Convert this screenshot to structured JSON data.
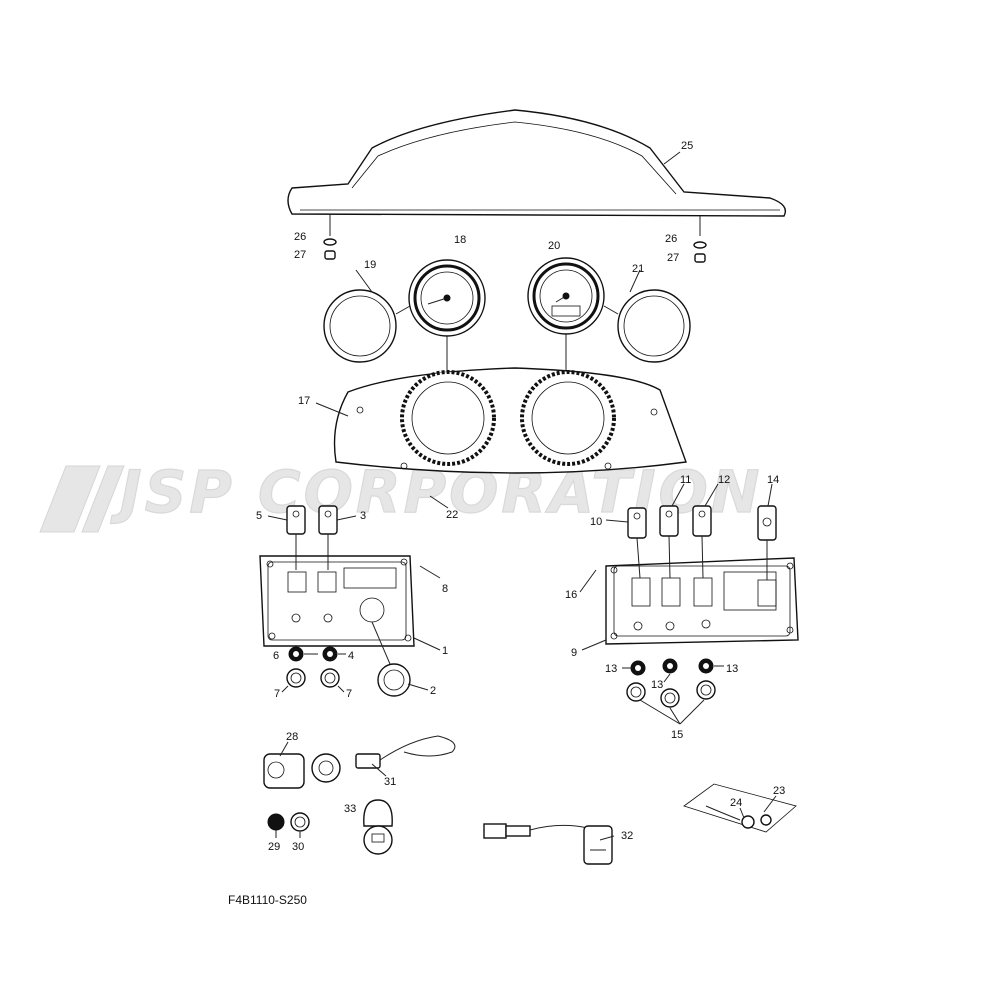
{
  "watermark": {
    "text": "JSP CORPORATION"
  },
  "diagram_code": "F4B1110-S250",
  "callouts": {
    "c1": "1",
    "c2": "2",
    "c3": "3",
    "c4": "4",
    "c5": "5",
    "c6": "6",
    "c7a": "7",
    "c7b": "7",
    "c8": "8",
    "c9": "9",
    "c10": "10",
    "c11": "11",
    "c12": "12",
    "c13a": "13",
    "c13b": "13",
    "c13c": "13",
    "c14": "14",
    "c15": "15",
    "c16": "16",
    "c17": "17",
    "c18": "18",
    "c19": "19",
    "c20": "20",
    "c21": "21",
    "c22": "22",
    "c23": "23",
    "c24": "24",
    "c25": "25",
    "c26a": "26",
    "c26b": "26",
    "c27a": "27",
    "c27b": "27",
    "c28": "28",
    "c29": "29",
    "c30": "30",
    "c31": "31",
    "c32": "32",
    "c33": "33"
  }
}
